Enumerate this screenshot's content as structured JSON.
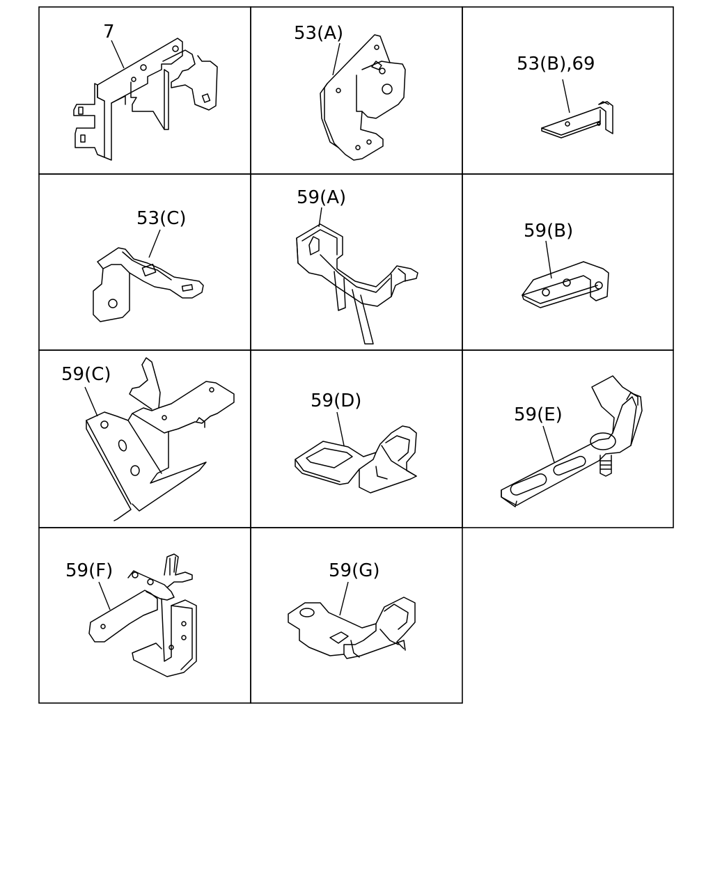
{
  "diagram": {
    "parts": [
      {
        "id": "p7",
        "label": "7"
      },
      {
        "id": "p53a",
        "label": "53(A)"
      },
      {
        "id": "p53b",
        "label": "53(B),69"
      },
      {
        "id": "p53c",
        "label": "53(C)"
      },
      {
        "id": "p59a",
        "label": "59(A)"
      },
      {
        "id": "p59b",
        "label": "59(B)"
      },
      {
        "id": "p59c",
        "label": "59(C)"
      },
      {
        "id": "p59d",
        "label": "59(D)"
      },
      {
        "id": "p59e",
        "label": "59(E)"
      },
      {
        "id": "p59f",
        "label": "59(F)"
      },
      {
        "id": "p59g",
        "label": "59(G)"
      }
    ]
  }
}
